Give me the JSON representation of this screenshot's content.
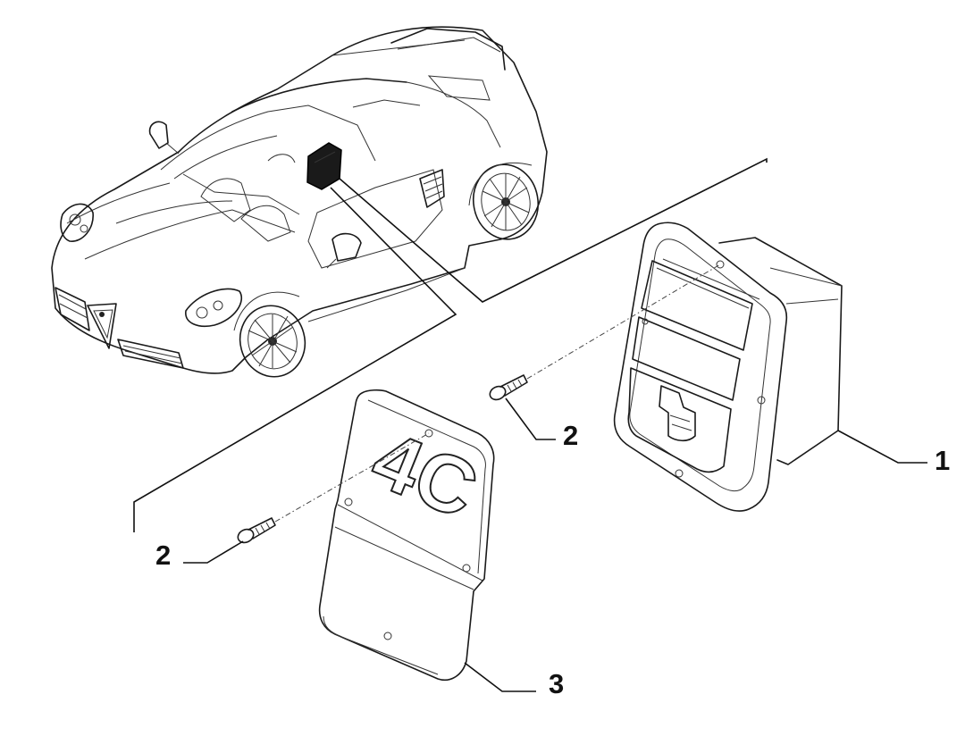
{
  "callouts": {
    "box_number": "1",
    "screw_upper_number": "2",
    "screw_lower_number": "2",
    "cover_number": "3"
  },
  "cover": {
    "emboss_text": "4C"
  },
  "colors": {
    "line": "#1a1a1a",
    "background": "#ffffff",
    "highlight": "#222222"
  }
}
